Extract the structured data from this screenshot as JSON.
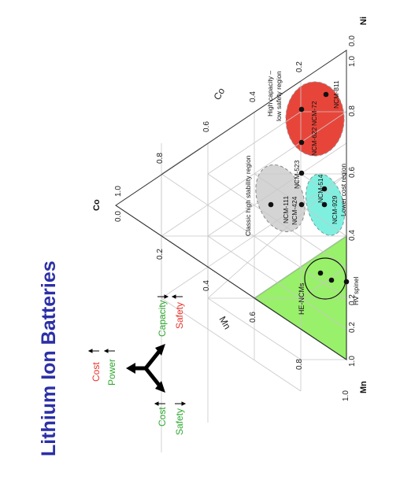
{
  "title": "Lithium Ion Batteries",
  "colors": {
    "title": "#2b2fa6",
    "red_region": "#e8453a",
    "green_region": "#99f06a",
    "cyan_region": "#7ff0e0",
    "gray_region": "#d4d4d4",
    "red_text": "#e8352c",
    "green_text": "#2fa82f"
  },
  "ternary": {
    "vertices": {
      "co": "Co",
      "ni": "Ni",
      "mn": "Mn"
    },
    "axis_names": {
      "co_axis": "Co",
      "mn_axis": "Mn"
    },
    "ni_ticks": [
      "0.0",
      "0.2",
      "0.4",
      "0.6",
      "0.8",
      "1.0"
    ],
    "co_ticks": [
      "0.0",
      "0.2",
      "0.4",
      "0.6",
      "0.8",
      "1.0"
    ],
    "mn_ticks": [
      "0.0",
      "0.2",
      "0.4",
      "0.6",
      "0.8",
      "1.0"
    ],
    "corner_label_co_origin": "0.0",
    "corner_label_ni_end": "1.0",
    "corner_label_mn_end": "1.0"
  },
  "regions": {
    "high_capacity": "High capacity –",
    "high_capacity_2": "low safety region",
    "classic": "Classic high stability region",
    "lower_cost": "Lower cost region",
    "he_ncms": "HE-NCMs",
    "hv_spinel": "HV spinel"
  },
  "points": {
    "ncm811": "NCM-811",
    "ncm72": "NCM-72",
    "ncm622": "NCM-622",
    "ncm523": "NCM-523",
    "ncm424": "NCM-424",
    "ncm111": "NCM-111",
    "ncm514": "NCM-514",
    "ncm929": "NCM-929"
  },
  "legend": {
    "cost_top": "Cost",
    "power_top": "Power",
    "capacity": "Capacity",
    "safety_right": "Safety",
    "cost_bottom": "Cost",
    "safety_bottom": "Safety"
  }
}
